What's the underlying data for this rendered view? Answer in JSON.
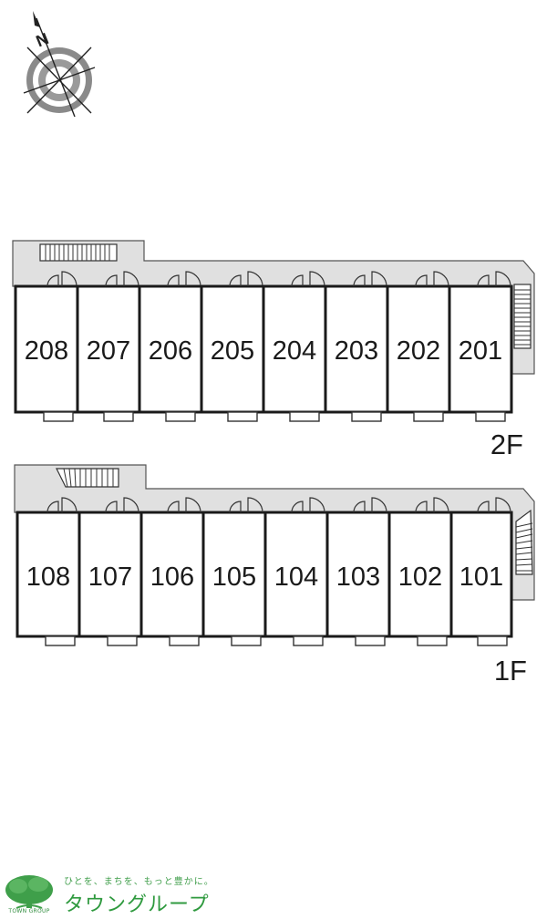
{
  "compass": {
    "label": "N"
  },
  "floors": [
    {
      "label": "2F",
      "units": [
        "208",
        "207",
        "206",
        "205",
        "204",
        "203",
        "202",
        "201"
      ]
    },
    {
      "label": "1F",
      "units": [
        "108",
        "107",
        "106",
        "105",
        "104",
        "103",
        "102",
        "101"
      ]
    }
  ],
  "footer": {
    "slogan": "ひとを、まちを、もっと豊かに。",
    "brand": "タウングループ",
    "logo_caption": "TOWN GROUP"
  },
  "colors": {
    "walkway": "#e0e0e0",
    "wall": "#1a1a1a",
    "brand_green": "#2f9a3f"
  }
}
